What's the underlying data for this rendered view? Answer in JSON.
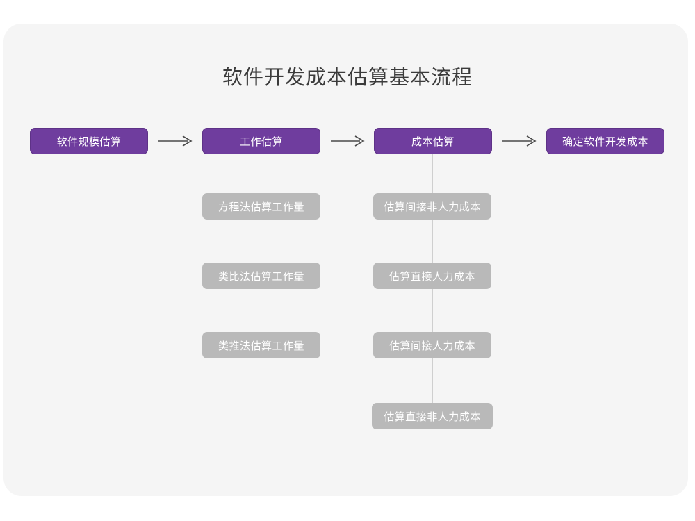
{
  "page": {
    "title": "软件开发成本估算基本流程",
    "background_color": "#ffffff",
    "card_color": "#f5f5f5",
    "accent_color": "#6f3d9e",
    "sub_color": "#b9b9b9",
    "connector_color": "#cfcfcf",
    "arrow_color": "#4a4a4a"
  },
  "flow": {
    "stages": [
      {
        "label": "软件规模估算"
      },
      {
        "label": "工作估算"
      },
      {
        "label": "成本估算"
      },
      {
        "label": "确定软件开发成本"
      }
    ],
    "arrows": [
      {
        "glyph": "→"
      },
      {
        "glyph": "→"
      },
      {
        "glyph": "→"
      }
    ],
    "columns": [
      {
        "parent": "工作估算",
        "items": [
          {
            "label": "方程法估算工作量"
          },
          {
            "label": "类比法估算工作量"
          },
          {
            "label": "类推法估算工作量"
          }
        ]
      },
      {
        "parent": "成本估算",
        "items": [
          {
            "label": "估算间接非人力成本"
          },
          {
            "label": "估算直接人力成本"
          },
          {
            "label": "估算间接人力成本"
          },
          {
            "label": "估算直接非人力成本"
          }
        ]
      }
    ]
  }
}
